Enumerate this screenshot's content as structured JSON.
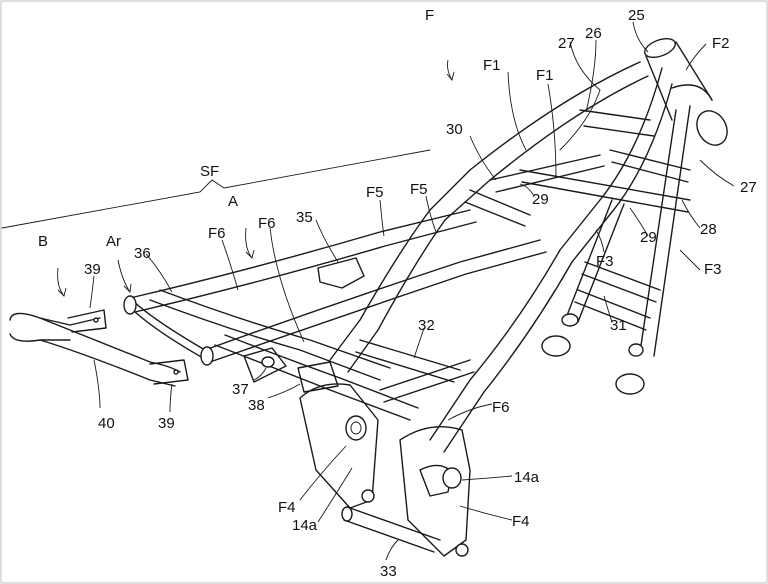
{
  "labels": {
    "F": "F",
    "F1a": "F1",
    "F1b": "F1",
    "F2": "F2",
    "F3a": "F3",
    "F3b": "F3",
    "F4a": "F4",
    "F4b": "F4",
    "F5a": "F5",
    "F5b": "F5",
    "F6a": "F6",
    "F6b": "F6",
    "F6c": "F6",
    "SF": "SF",
    "A": "A",
    "B": "B",
    "Ar": "Ar",
    "n25": "25",
    "n26": "26",
    "n27a": "27",
    "n27b": "27",
    "n28": "28",
    "n29a": "29",
    "n29b": "29",
    "n30": "30",
    "n31": "31",
    "n32": "32",
    "n33": "33",
    "n35": "35",
    "n36": "36",
    "n37": "37",
    "n38": "38",
    "n39a": "39",
    "n39b": "39",
    "n40": "40",
    "n14a1": "14a",
    "n14a2": "14a"
  }
}
